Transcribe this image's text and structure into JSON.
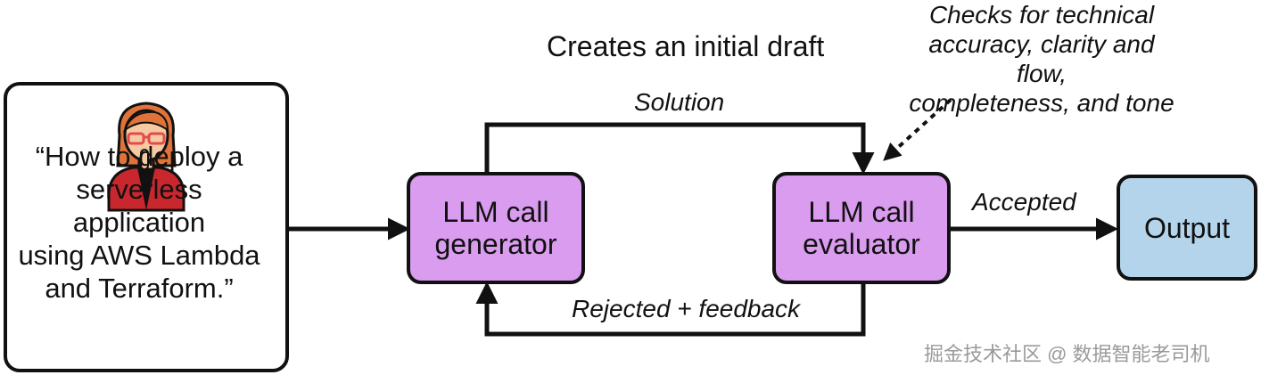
{
  "prompt": {
    "text": "“How to deploy a\nserverless application\nusing AWS Lambda\nand Terraform.”"
  },
  "generator": {
    "label": "LLM call\ngenerator"
  },
  "evaluator": {
    "label": "LLM call\nevaluator"
  },
  "output": {
    "label": "Output"
  },
  "annotations": {
    "creates": "Creates an initial draft",
    "solution": "Solution",
    "rejected": "Rejected + feedback",
    "accepted": "Accepted",
    "checks": "Checks for technical\naccuracy, clarity and flow,\ncompleteness, and tone"
  },
  "watermark": "掘金技术社区 @ 数据智能老司机",
  "colors": {
    "llm_box": "#d99cee",
    "output_box": "#b3d4ea",
    "avatar_hair": "#e0733a",
    "avatar_jacket": "#c8282d",
    "avatar_skin": "#f6c9a3"
  },
  "icons": {
    "avatar": "woman-with-glasses-icon"
  }
}
